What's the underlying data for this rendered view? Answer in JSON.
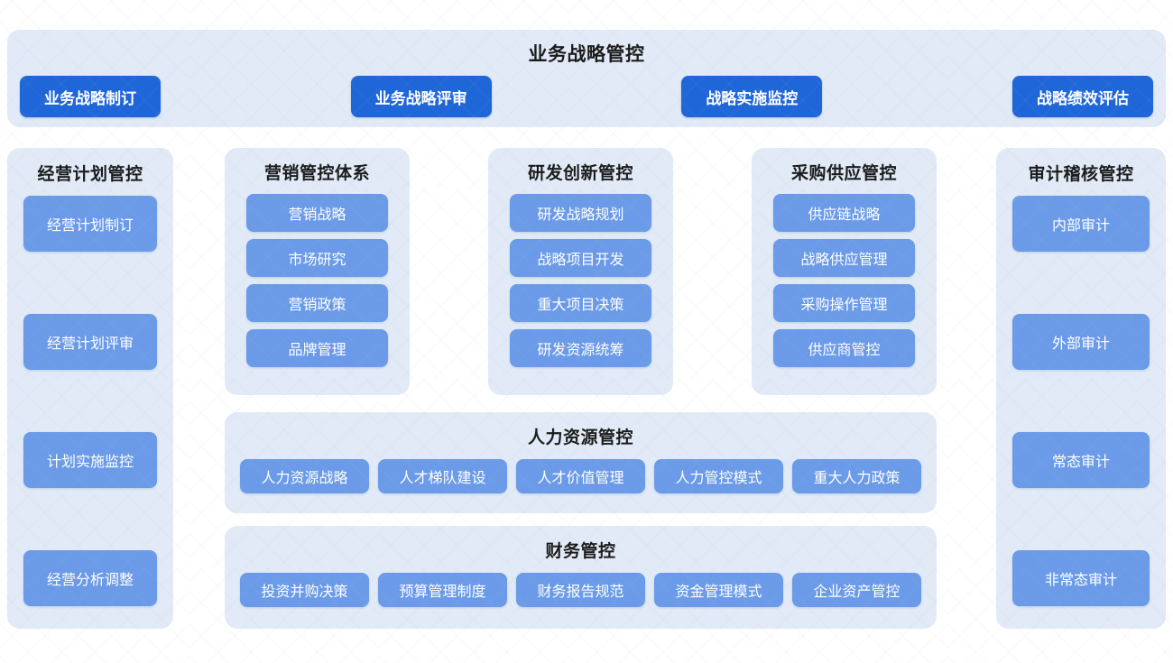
{
  "top": {
    "title": "业务战略管控",
    "buttons": [
      "业务战略制订",
      "业务战略评审",
      "战略实施监控",
      "战略绩效评估"
    ]
  },
  "panels": {
    "plan": {
      "title": "经营计划管控",
      "items": [
        "经营计划制订",
        "经营计划评审",
        "计划实施监控",
        "经营分析调整"
      ]
    },
    "marketing": {
      "title": "营销管控体系",
      "items": [
        "营销战略",
        "市场研究",
        "营销政策",
        "品牌管理"
      ]
    },
    "rd": {
      "title": "研发创新管控",
      "items": [
        "研发战略规划",
        "战略项目开发",
        "重大项目决策",
        "研发资源统筹"
      ]
    },
    "supply": {
      "title": "采购供应管控",
      "items": [
        "供应链战略",
        "战略供应管理",
        "采购操作管理",
        "供应商管控"
      ]
    },
    "audit": {
      "title": "审计稽核管控",
      "items": [
        "内部审计",
        "外部审计",
        "常态审计",
        "非常态审计"
      ]
    },
    "hr": {
      "title": "人力资源管控",
      "items": [
        "人力资源战略",
        "人才梯队建设",
        "人才价值管理",
        "人力管控模式",
        "重大人力政策"
      ]
    },
    "finance": {
      "title": "财务管控",
      "items": [
        "投资并购决策",
        "预算管理制度",
        "财务报告规范",
        "资金管理模式",
        "企业资产管控"
      ]
    }
  },
  "colors": {
    "panel_bg": "#e1eaf6",
    "primary_button": "#1f66d8",
    "soft_button": "#6b9be8",
    "page_bg": "#ffffff",
    "title_text": "#1b1b1b"
  }
}
